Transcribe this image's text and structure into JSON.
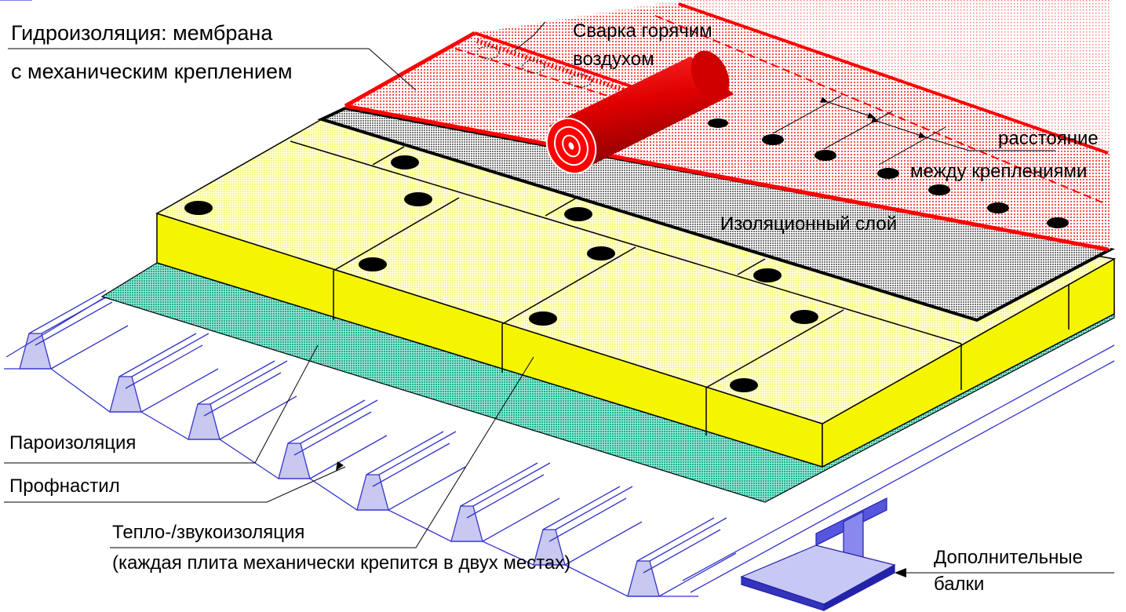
{
  "labels": {
    "membrane_line1": "Гидроизоляция: мембрана",
    "membrane_line2": "с механическим креплением",
    "welding_line1": "Сварка горячим",
    "welding_line2": "воздухом",
    "distance_line1": "расстояние",
    "distance_line2": "между креплениями",
    "insulation_layer": "Изоляционный слой",
    "vapor_barrier": "Пароизоляция",
    "profiled_deck": "Профнастил",
    "thermal_line1": "Тепло-/звукоизоляция",
    "thermal_line2": "(каждая плита механически крепится в двух местах)",
    "beams_line1": "Дополнительные",
    "beams_line2": "балки"
  },
  "colors": {
    "membrane": "#ff0000",
    "insulation": "#f5f500",
    "vapor": "#33ccaa",
    "deck": "#3333cc",
    "gray_layer": "#b8b8b8"
  }
}
